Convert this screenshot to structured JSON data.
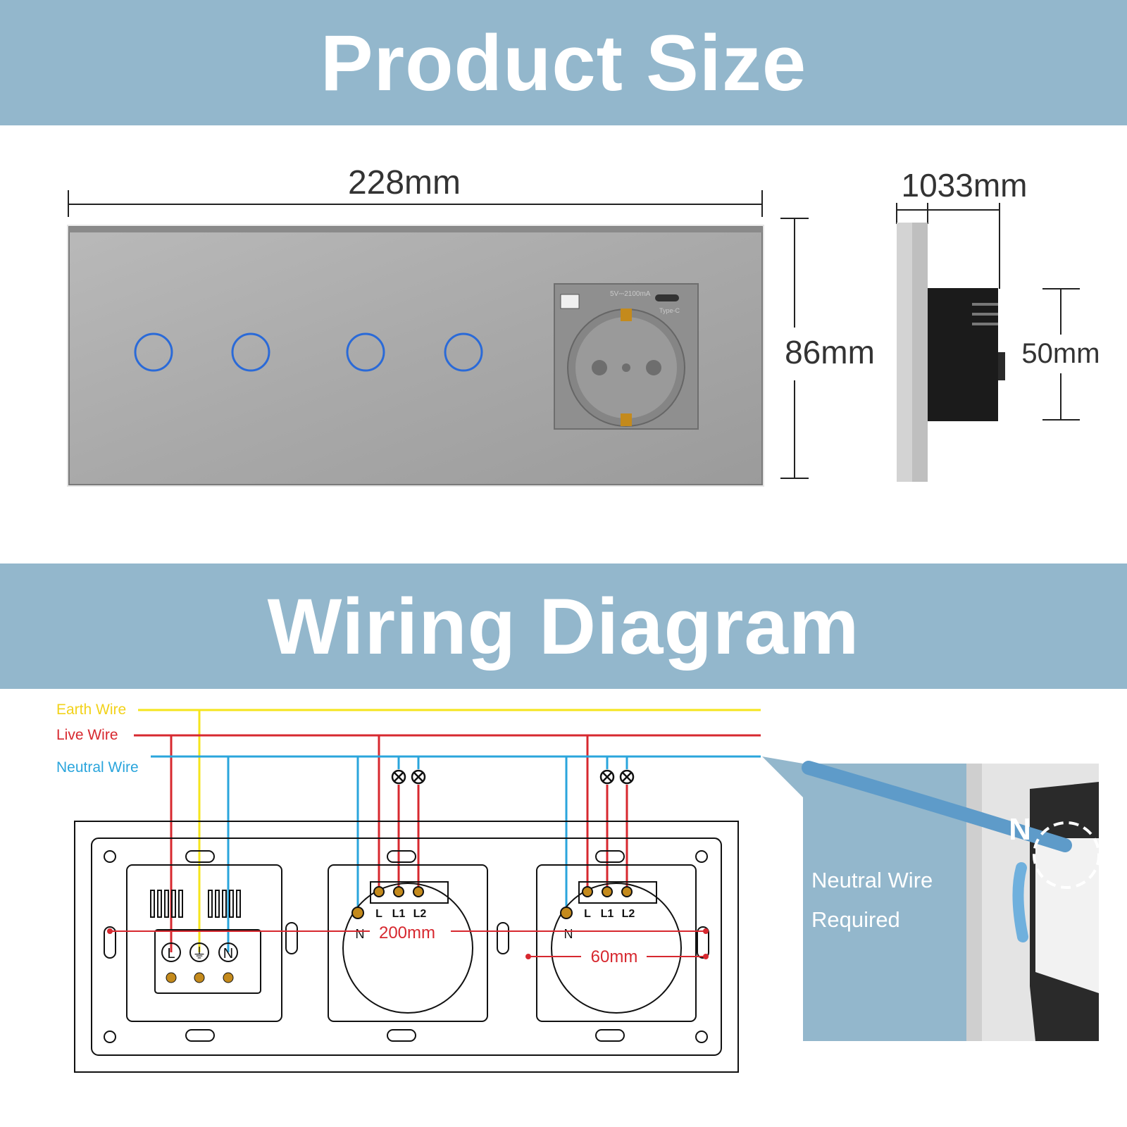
{
  "product_size": {
    "title": "Product Size",
    "width_label": "228mm",
    "height_label": "86mm",
    "side_width_label": "1033mm",
    "side_depth_label": "50mm",
    "usb_a_text": "5V⎓2100mA",
    "usb_c_text": "Type-C"
  },
  "wiring": {
    "title": "Wiring Diagram",
    "earth_label": "Earth Wire",
    "live_label": "Live Wire",
    "neutral_label": "Neutral Wire",
    "spacing_label": "200mm",
    "center_label": "60mm",
    "terminals": {
      "l": "L",
      "l1": "L1",
      "l2": "L2",
      "n": "N",
      "e": "⏚"
    },
    "socket_terminals": {
      "l": "L",
      "n": "N"
    },
    "photo_letter": "N",
    "photo_caption_line1": "Neutral Wire",
    "photo_caption_line2": "Required",
    "colors": {
      "earth": "#f5e51c",
      "live": "#d7282f",
      "neutral": "#2aa5dc",
      "banner": "#93b7cc"
    }
  }
}
